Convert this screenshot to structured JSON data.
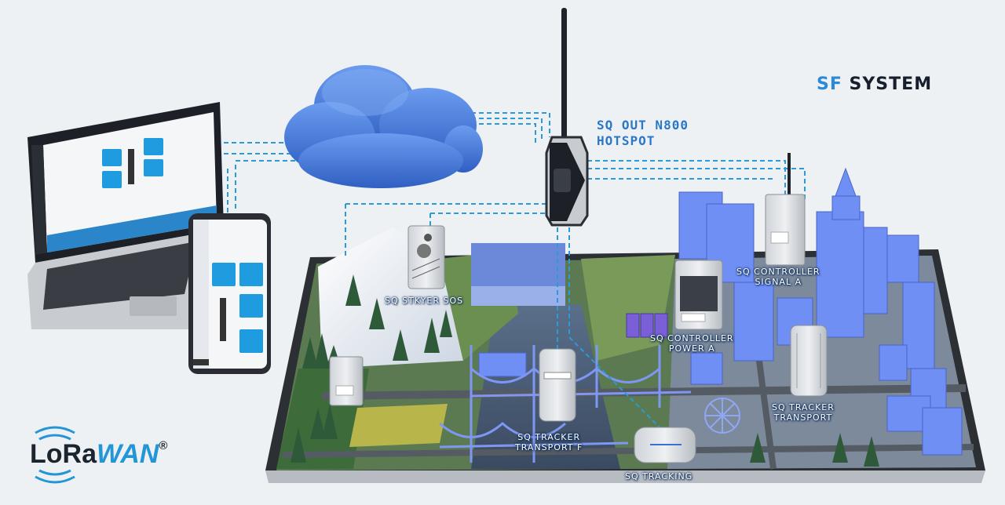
{
  "brand": {
    "accent": "SF",
    "rest": " SYSTEM"
  },
  "logo": {
    "part1": "LoRa",
    "part2": "WAN",
    "reg": "®"
  },
  "hotspot": {
    "line1": "SQ OUT N800",
    "line2": "HOTSPOT"
  },
  "devices": {
    "stkyer_sos": "SQ STKYER SOS",
    "controller_signal": {
      "line1": "SQ CONTROLLER",
      "line2": "SIGNAL A"
    },
    "controller_power": {
      "line1": "SQ CONTROLLER",
      "line2": "POWER A"
    },
    "tracker_transport_right": {
      "line1": "SQ TRACKER",
      "line2": "TRANSPORT"
    },
    "tracker_transport_f": {
      "line1": "SQ TRACKER",
      "line2": "TRANSPORT F"
    },
    "tracking": "SQ TRACKING"
  },
  "colors": {
    "link": "#2a9ad8",
    "cloud": "#3f78d8",
    "hotspot_text": "#2a78c8",
    "device_label_glow": "#0a2a58",
    "tablet_frame": "#2c2f33",
    "buildings": "#6f8ff5"
  },
  "icons": [
    "cloud-icon",
    "laptop-icon",
    "phone-icon",
    "tablet-icon",
    "antenna-icon",
    "lorawan-signal-icon"
  ]
}
